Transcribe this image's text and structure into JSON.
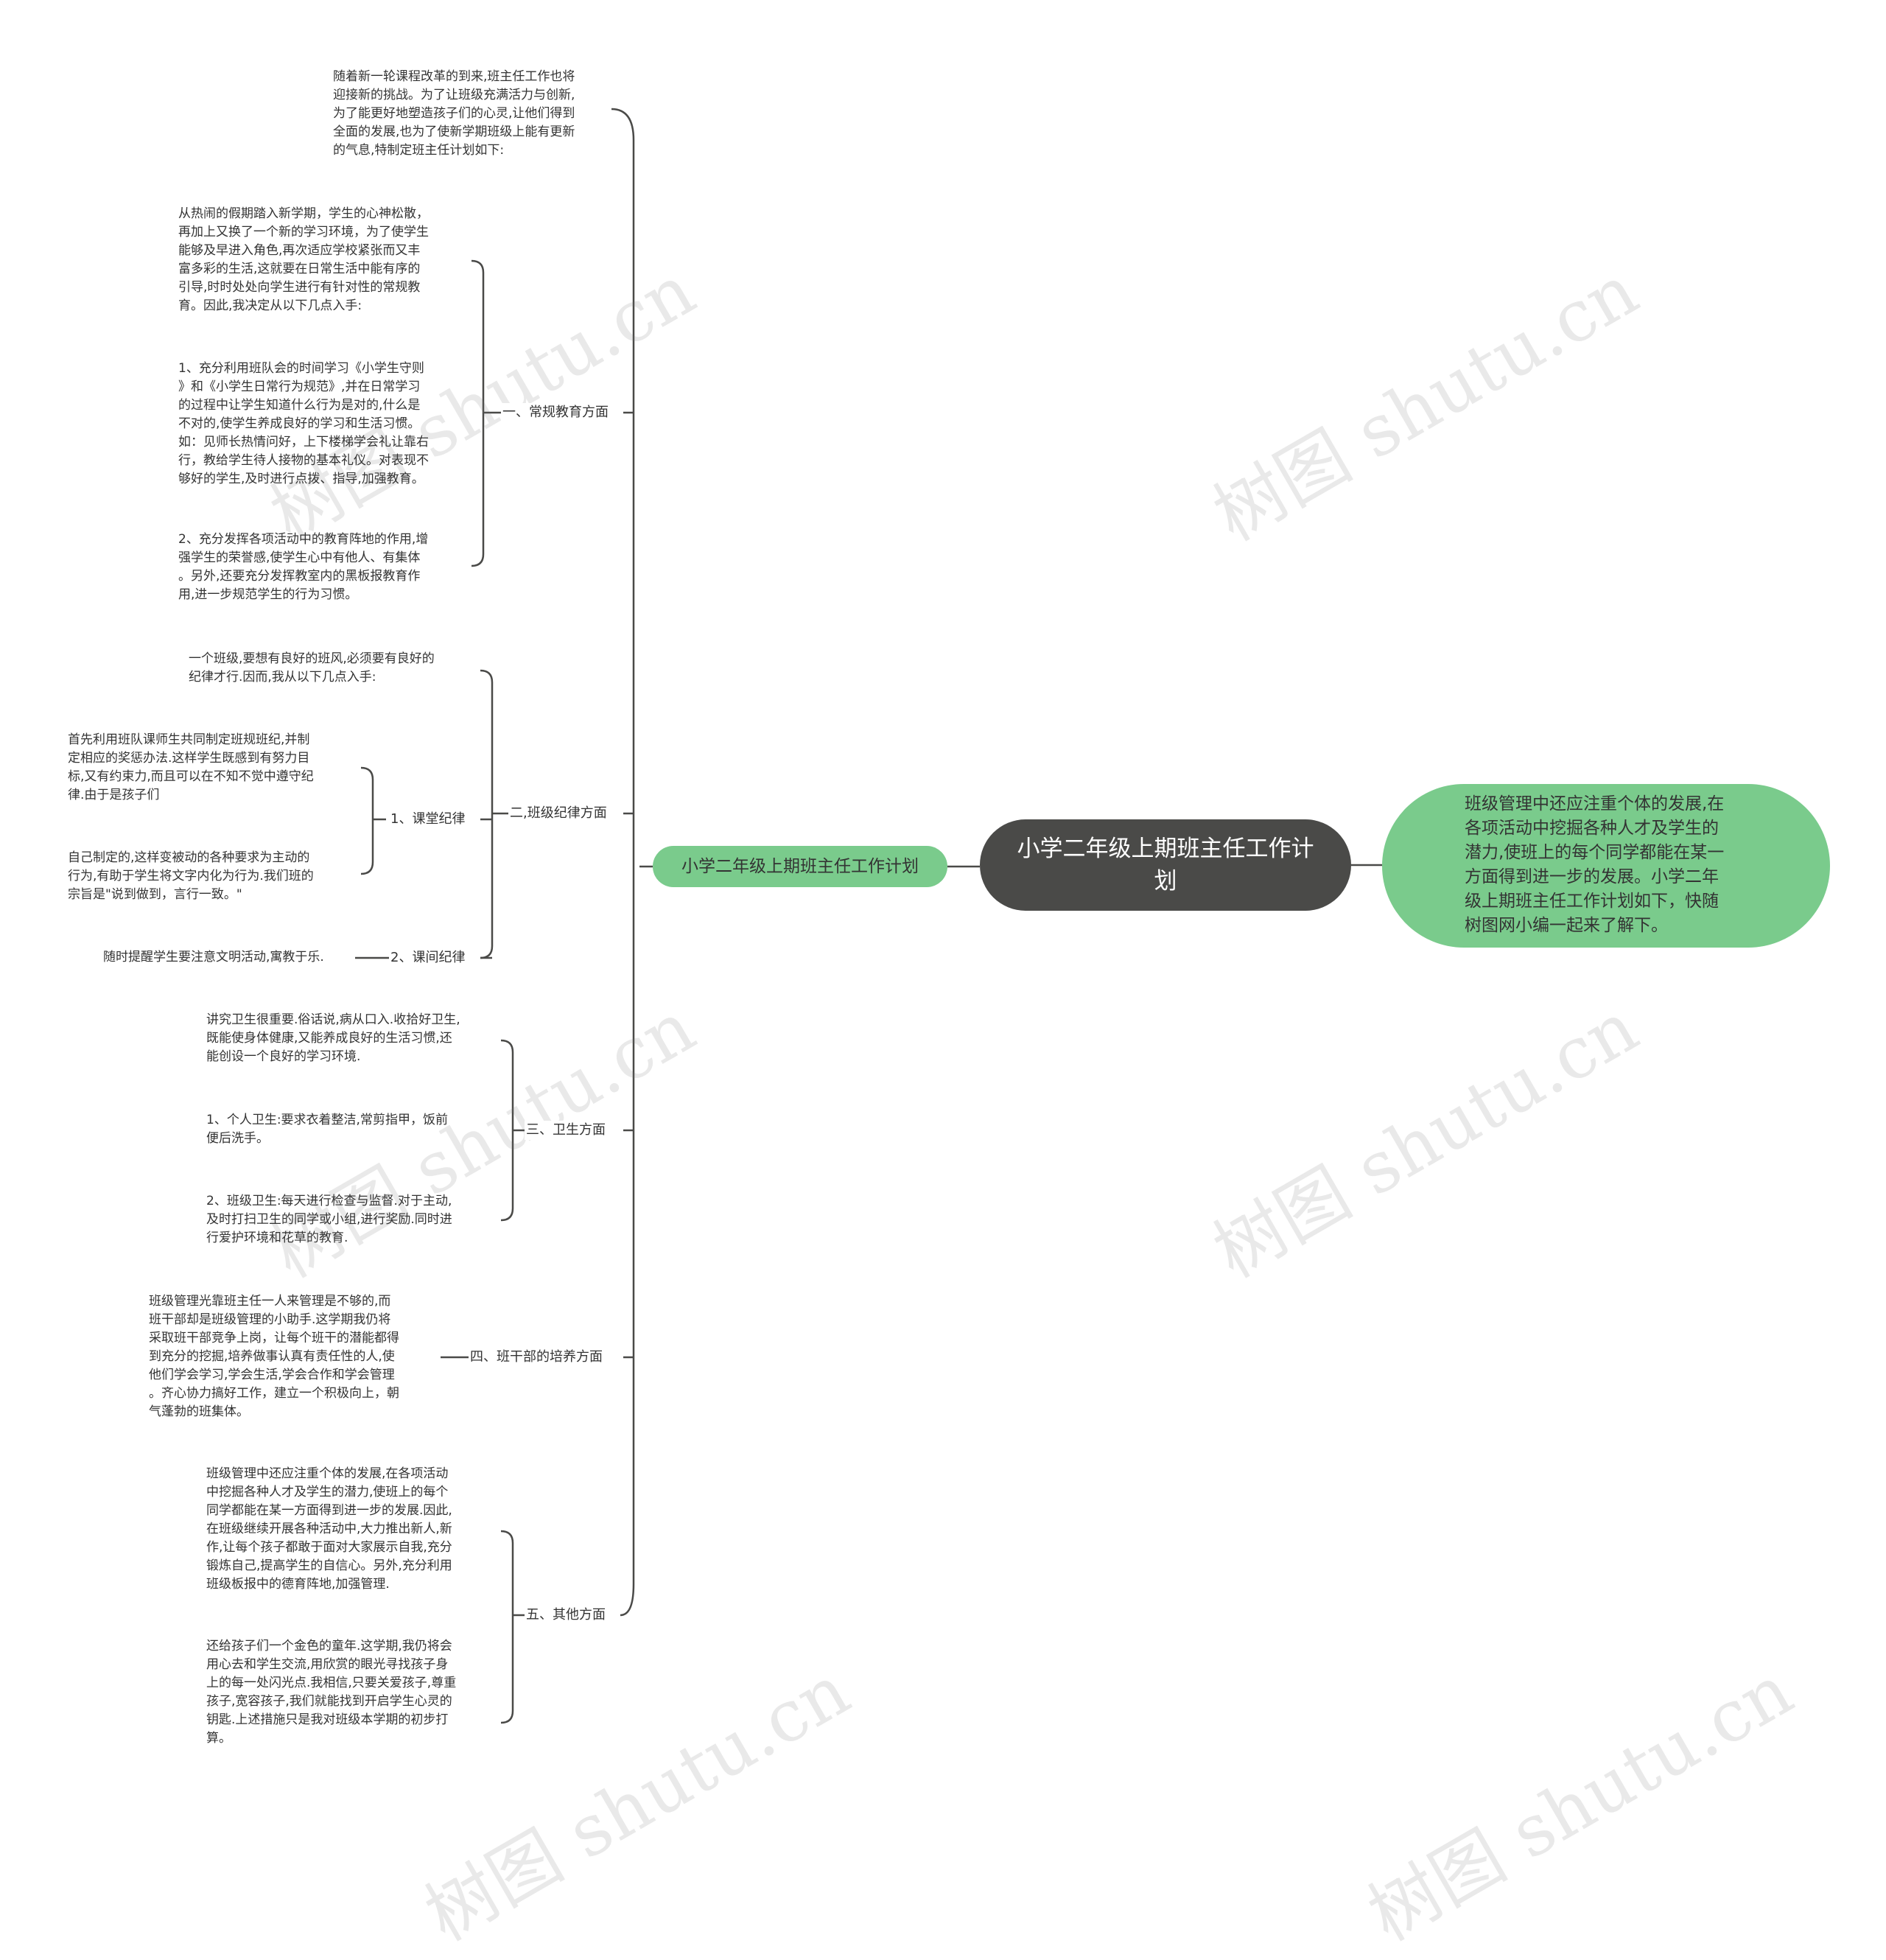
{
  "root": {
    "title": "小学二年级上期班主任工作计划"
  },
  "summary": {
    "text": "班级管理中还应注重个体的发展,在\n各项活动中挖掘各种人才及学生的\n潜力,使班上的每个同学都能在某一\n方面得到进一步的发展。小学二年\n级上期班主任工作计划如下，快随\n树图网小编一起来了解下。"
  },
  "subtopic": {
    "label": "小学二年级上期班主任工作计划"
  },
  "intro": {
    "text": "随着新一轮课程改革的到来,班主任工作也将\n迎接新的挑战。为了让班级充满活力与创新,\n为了能更好地塑造孩子们的心灵,让他们得到\n全面的发展,也为了使新学期班级上能有更新\n的气息,特制定班主任计划如下:"
  },
  "branches": {
    "b1": {
      "label": "一、常规教育方面",
      "t1": "从热闹的假期踏入新学期，学生的心神松散，\n再加上又换了一个新的学习环境，为了使学生\n能够及早进入角色,再次适应学校紧张而又丰\n富多彩的生活,这就要在日常生活中能有序的\n引导,时时处处向学生进行有针对性的常规教\n育。因此,我决定从以下几点入手:",
      "t2": "1、充分利用班队会的时间学习《小学生守则\n》和《小学生日常行为规范》,并在日常学习\n的过程中让学生知道什么行为是对的,什么是\n不对的,使学生养成良好的学习和生活习惯。\n如：见师长热情问好，上下楼梯学会礼让靠右\n行，教给学生待人接物的基本礼仪。对表现不\n够好的学生,及时进行点拨、指导,加强教育。",
      "t3": "2、充分发挥各项活动中的教育阵地的作用,增\n强学生的荣誉感,使学生心中有他人、有集体\n。另外,还要充分发挥教室内的黑板报教育作\n用,进一步规范学生的行为习惯。"
    },
    "b2": {
      "label": "二,班级纪律方面",
      "t1": "一个班级,要想有良好的班风,必须要有良好的\n纪律才行.因而,我从以下几点入手:",
      "sub1": {
        "label": "1、课堂纪律",
        "t1": "首先利用班队课师生共同制定班规班纪,并制\n定相应的奖惩办法.这样学生既感到有努力目\n标,又有约束力,而且可以在不知不觉中遵守纪\n律.由于是孩子们",
        "t2": "自己制定的,这样变被动的各种要求为主动的\n行为,有助于学生将文字内化为行为.我们班的\n宗旨是\"说到做到，言行一致。\""
      },
      "sub2": {
        "label": "2、课间纪律",
        "t1": "随时提醒学生要注意文明活动,寓教于乐."
      }
    },
    "b3": {
      "label": "三、卫生方面",
      "t1": "讲究卫生很重要.俗话说,病从口入.收拾好卫生,\n既能使身体健康,又能养成良好的生活习惯,还\n能创设一个良好的学习环境.",
      "t2": "1、个人卫生:要求衣着整洁,常剪指甲，饭前\n便后洗手。",
      "t3": "2、班级卫生:每天进行检查与监督.对于主动,\n及时打扫卫生的同学或小组,进行奖励.同时进\n行爱护环境和花草的教育."
    },
    "b4": {
      "label": "四、班干部的培养方面",
      "t1": "班级管理光靠班主任一人来管理是不够的,而\n班干部却是班级管理的小助手.这学期我仍将\n采取班干部竞争上岗，让每个班干的潜能都得\n到充分的挖掘,培养做事认真有责任性的人,使\n他们学会学习,学会生活,学会合作和学会管理\n。齐心协力搞好工作，建立一个积极向上，朝\n气蓬勃的班集体。"
    },
    "b5": {
      "label": "五、其他方面",
      "t1": "班级管理中还应注重个体的发展,在各项活动\n中挖掘各种人才及学生的潜力,使班上的每个\n同学都能在某一方面得到进一步的发展.因此,\n在班级继续开展各种活动中,大力推出新人,新\n作,让每个孩子都敢于面对大家展示自我,充分\n锻炼自己,提高学生的自信心。另外,充分利用\n班级板报中的德育阵地,加强管理.",
      "t2": "还给孩子们一个金色的童年.这学期,我仍将会\n用心去和学生交流,用欣赏的眼光寻找孩子身\n上的每一处闪光点.我相信,只要关爱孩子,尊重\n孩子,宽容孩子,我们就能找到开启学生心灵的\n钥匙.上述措施只是我对班级本学期的初步打\n算。"
    }
  },
  "watermark": {
    "text": "树图 shutu.cn"
  },
  "colors": {
    "line": "#4a4a48",
    "green": "#7acb8c",
    "root": "#4a4a48"
  }
}
